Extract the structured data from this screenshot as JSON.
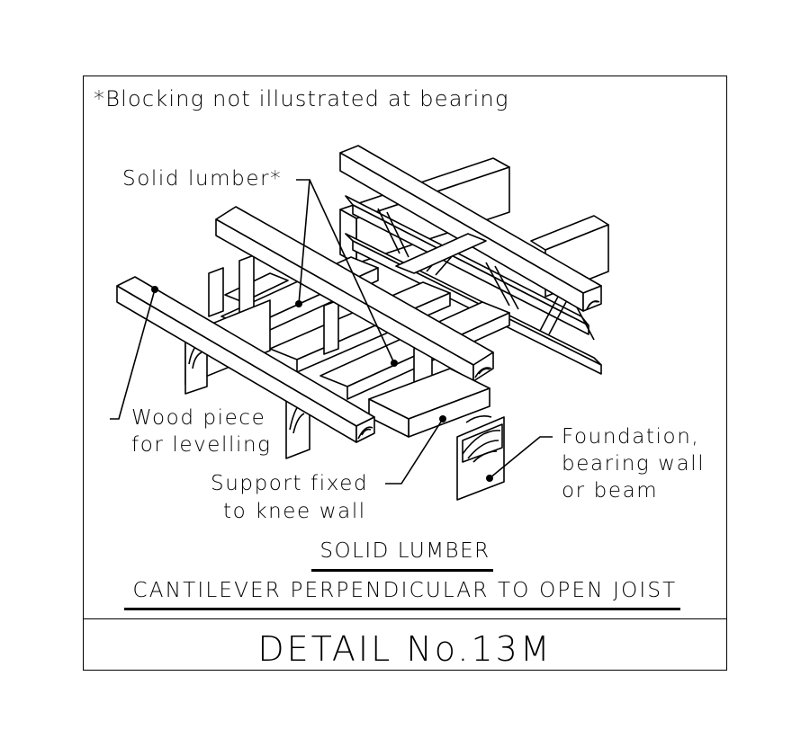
{
  "note": "*Blocking not illustrated at bearing",
  "labels": {
    "solid_lumber": "Solid lumber*",
    "wood_piece_1": "Wood piece",
    "wood_piece_2": "for levelling",
    "support_1": "Support fixed",
    "support_2": "to knee wall",
    "foundation_1": "Foundation,",
    "foundation_2": "bearing wall",
    "foundation_3": "or beam"
  },
  "caption": {
    "line1": "SOLID LUMBER",
    "line2": "CANTILEVER PERPENDICULAR TO OPEN JOIST"
  },
  "detail": "DETAIL No.13M"
}
